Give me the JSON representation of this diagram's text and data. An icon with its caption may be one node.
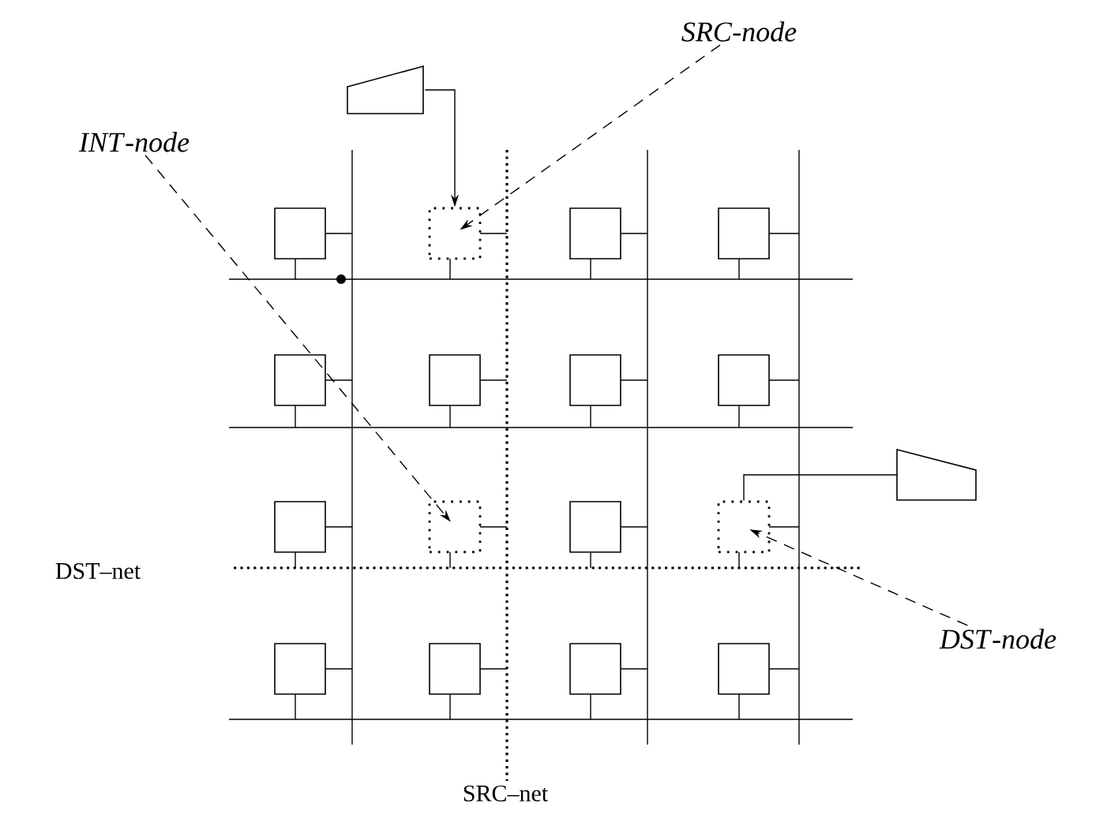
{
  "diagram": {
    "nodes": [
      {
        "text": [
          "*SRC*-*node*"
        ]
      },
      {
        "text": [],
        "shape": "trapezoid"
      },
      {
        "text": [],
        "shape": "box"
      },
      {
        "text": [],
        "shape": "box"
      },
      {
        "text": [],
        "shape": "box"
      },
      {
        "text": [],
        "shape": "box"
      },
      {
        "text": [
          "*INT*-*node*"
        ]
      },
      {
        "text": [],
        "shape": "box"
      },
      {
        "text": [],
        "shape": "box"
      },
      {
        "text": [],
        "shape": "box"
      },
      {
        "text": [],
        "shape": "box"
      },
      {
        "text": [],
        "shape": "trapezoid"
      },
      {
        "text": [],
        "shape": "box"
      },
      {
        "text": [],
        "shape": "box"
      },
      {
        "text": [],
        "shape": "box"
      },
      {
        "text": [],
        "shape": "box"
      },
      {
        "text": [
          "*DST*-*node*"
        ]
      },
      {
        "text": [],
        "shape": "box"
      },
      {
        "text": [],
        "shape": "box"
      },
      {
        "text": [],
        "shape": "box"
      },
      {
        "text": [],
        "shape": "box"
      }
    ],
    "edges": [
      {
        "from": 0,
        "to": 3,
        "arrow": "to",
        "style": "dashed"
      },
      {
        "from": 1,
        "to": 3,
        "arrow": "to"
      },
      {
        "from": 6,
        "to": 13,
        "arrow": "to",
        "style": "dashed"
      },
      {
        "from": 11,
        "to": 15,
        "arrow": "none"
      },
      {
        "from": 16,
        "to": 15,
        "arrow": "to",
        "style": "dashed"
      }
    ],
    "labels": [
      "DST–net",
      "SRC–net"
    ]
  }
}
